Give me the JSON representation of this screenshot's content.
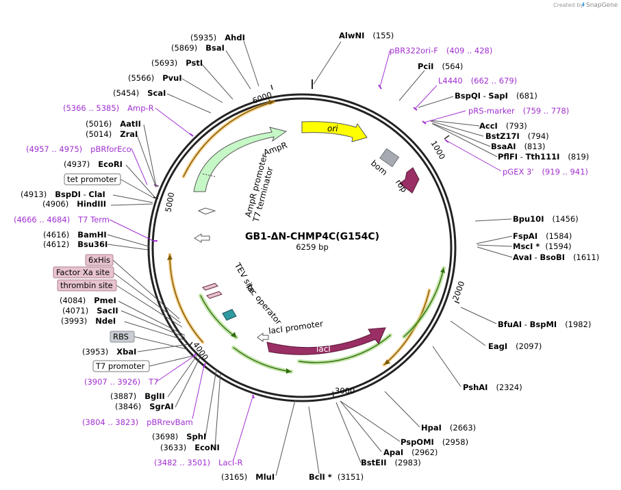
{
  "watermark": {
    "prefix": "Created by",
    "brand": "SnapGene"
  },
  "plasmid": {
    "name": "GB1-ΔN-CHMP4C(G154C)",
    "length_label": "6259 bp",
    "length": 6259
  },
  "ticks": [
    "1000",
    "2000",
    "3000",
    "4000",
    "5000",
    "6000"
  ],
  "features": {
    "ori": "ori",
    "bom": "bom",
    "rop": "rop",
    "ampr": "AmpR",
    "ampr_promoter": "AmpR promoter",
    "t7_terminator": "T7 terminator",
    "tev_site": "TEV site",
    "lac_operator": "lac operator",
    "laci_promoter": "lacI promoter",
    "laci": "lacI"
  },
  "enzymes_right": [
    {
      "name": "AlwNI",
      "pos": "(155)"
    },
    {
      "name": "PciI",
      "pos": "(564)"
    },
    {
      "name": "BspQI",
      "name2": "SapI",
      "pos": "(681)"
    },
    {
      "name": "AccI",
      "pos": "(793)"
    },
    {
      "name": "BstZ17I",
      "pos": "(794)"
    },
    {
      "name": "BsaAI",
      "pos": "(813)"
    },
    {
      "name": "PflFI",
      "name2": "Tth111I",
      "pos": "(819)"
    },
    {
      "name": "Bpu10I",
      "pos": "(1456)"
    },
    {
      "name": "FspAI",
      "pos": "(1584)"
    },
    {
      "name": "MscI *",
      "pos": "(1594)"
    },
    {
      "name": "AvaI",
      "name2": "BsoBI",
      "pos": "(1611)"
    },
    {
      "name": "BfuAI",
      "name2": "BspMI",
      "pos": "(1982)"
    },
    {
      "name": "EagI",
      "pos": "(2097)"
    },
    {
      "name": "PshAI",
      "pos": "(2324)"
    },
    {
      "name": "HpaI",
      "pos": "(2663)"
    },
    {
      "name": "PspOMI",
      "pos": "(2958)"
    },
    {
      "name": "ApaI",
      "pos": "(2962)"
    },
    {
      "name": "BstEII",
      "pos": "(2983)"
    },
    {
      "name": "BclI *",
      "pos": "(3151)"
    }
  ],
  "enzymes_left": [
    {
      "name": "AhdI",
      "pos": "(5935)"
    },
    {
      "name": "BsaI",
      "pos": "(5869)"
    },
    {
      "name": "PstI",
      "pos": "(5693)"
    },
    {
      "name": "PvuI",
      "pos": "(5566)"
    },
    {
      "name": "ScaI",
      "pos": "(5454)"
    },
    {
      "name": "AatII",
      "pos": "(5016)"
    },
    {
      "name": "ZraI",
      "pos": "(5014)"
    },
    {
      "name": "EcoRI",
      "pos": "(4937)"
    },
    {
      "name": "BspDI",
      "name2": "ClaI",
      "pos": "(4913)"
    },
    {
      "name": "HindIII",
      "pos": "(4906)"
    },
    {
      "name": "BamHI",
      "pos": "(4616)"
    },
    {
      "name": "Bsu36I",
      "pos": "(4612)"
    },
    {
      "name": "PmeI",
      "pos": "(4084)"
    },
    {
      "name": "SacII",
      "pos": "(4071)"
    },
    {
      "name": "NdeI",
      "pos": "(3993)"
    },
    {
      "name": "XbaI",
      "pos": "(3953)"
    },
    {
      "name": "BglII",
      "pos": "(3887)"
    },
    {
      "name": "SgrAI",
      "pos": "(3846)"
    },
    {
      "name": "SphI",
      "pos": "(3698)"
    },
    {
      "name": "EcoNI",
      "pos": "(3633)"
    },
    {
      "name": "MluI",
      "pos": "(3165)"
    }
  ],
  "primers": [
    {
      "name": "pBR322ori-F",
      "range": "(409 .. 428)"
    },
    {
      "name": "L4440",
      "range": "(662 .. 679)"
    },
    {
      "name": "pRS-marker",
      "range": "(759 .. 778)"
    },
    {
      "name": "pGEX 3'",
      "range": "(919 .. 941)"
    },
    {
      "name": "Amp-R",
      "range": "(5366 .. 5385)"
    },
    {
      "name": "pBRforEco",
      "range": "(4957 .. 4975)"
    },
    {
      "name": "T7 Term",
      "range": "(4666 .. 4684)"
    },
    {
      "name": "T7",
      "range": "(3907 .. 3926)"
    },
    {
      "name": "pBRrevBam",
      "range": "(3804 .. 3823)"
    },
    {
      "name": "LacI-R",
      "range": "(3482 .. 3501)"
    }
  ],
  "boxed_labels": {
    "tet_promoter": "tet promoter",
    "six_his": "6xHis",
    "factor_xa": "Factor Xa site",
    "thrombin": "thrombin site",
    "rbs": "RBS",
    "t7_promoter": "T7 promoter"
  },
  "colors": {
    "backbone": "#222222",
    "ori": "#ffff00",
    "ampr": "#c6f7c6",
    "laci": "#992f64",
    "rop": "#992f64",
    "bom": "#a7abb1",
    "orange_arc": "#f0a830",
    "green_arc": "#58a028",
    "primer": "#a12fd1",
    "pink_box": "#e7c3cf",
    "grey_box": "#c9cdd3"
  }
}
